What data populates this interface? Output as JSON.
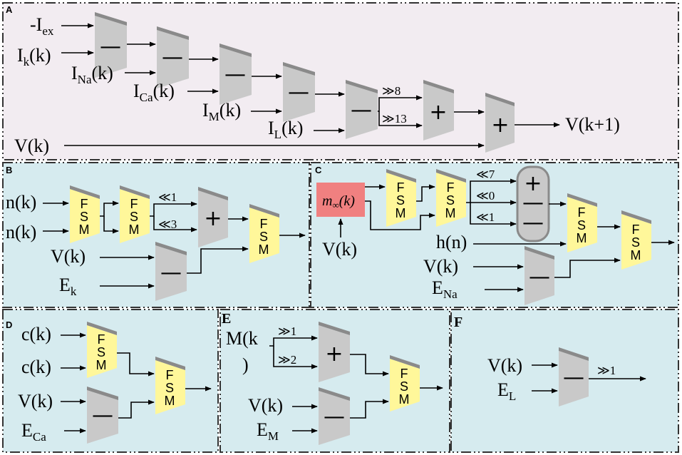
{
  "panels": {
    "a": {
      "tag": "A",
      "inputs": {
        "iex_main": "-I",
        "iex_sub": "ex",
        "ik_main": "I",
        "ik_sub": "k",
        "ik_arg": "(k)",
        "ina_main": "I",
        "ina_sub": "Na",
        "ina_arg": "(k)",
        "ica_main": "I",
        "ica_sub": "Ca",
        "ica_arg": "(k)",
        "im_main": "I",
        "im_sub": "M",
        "im_arg": "(k)",
        "il_main": "I",
        "il_sub": "L",
        "il_arg": "(k)",
        "v": "V(k)"
      },
      "shift_8": "≫8",
      "shift_13": "≫13",
      "output": "V(k+1)"
    },
    "b": {
      "tag": "B",
      "input_n1": "n(k)",
      "input_n2": "n(k)",
      "input_v": "V(k)",
      "input_ek_main": "E",
      "input_ek_sub": "k",
      "shift_1": "≪1",
      "shift_3": "≪3"
    },
    "c": {
      "tag": "C",
      "minf_main": "m",
      "minf_sub": "∞",
      "minf_arg": "(k)",
      "input_v_minf": "V(k)",
      "input_h": "h(n)",
      "input_v": "V(k)",
      "input_ena_main": "E",
      "input_ena_sub": "Na",
      "shift_7": "≪7",
      "shift_0": "≪0",
      "shift_1": "≪1"
    },
    "d": {
      "tag": "D",
      "input_c1": "c(k)",
      "input_c2": "c(k)",
      "input_v": "V(k)",
      "input_eca_main": "E",
      "input_eca_sub": "Ca"
    },
    "e": {
      "tag": "E",
      "input_m_line1": "M(k",
      "input_m_line2": ")",
      "input_v": "V(k)",
      "input_em_main": "E",
      "input_em_sub": "M",
      "shift_1": "≫1",
      "shift_2": "≫2"
    },
    "f": {
      "tag": "F",
      "input_v": "V(k)",
      "input_el_main": "E",
      "input_el_sub": "L",
      "shift_1": "≫1"
    }
  },
  "symbols": {
    "minus": "—",
    "plus": "+",
    "fsm_f": "F",
    "fsm_s": "S",
    "fsm_m": "M"
  },
  "colors": {
    "panel_a_bg": "#f2ecf1",
    "panel_bg": "#d6ebef",
    "alu": "#c9c9c9",
    "fsm": "#fff79a",
    "minf": "#f08080"
  }
}
